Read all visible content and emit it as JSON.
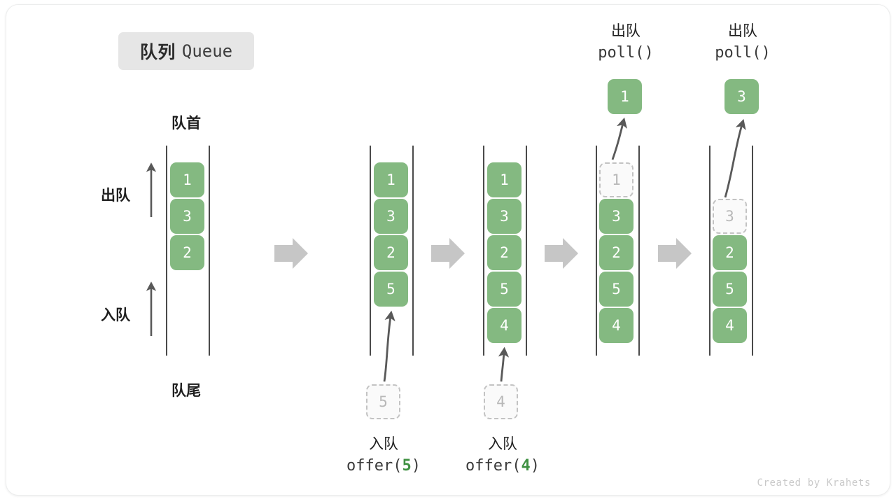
{
  "title": {
    "cn": "队列",
    "en": "Queue"
  },
  "labels": {
    "front": "队首",
    "rear": "队尾",
    "dequeue": "出队",
    "enqueue": "入队"
  },
  "credit": "Created by Krahets",
  "colors": {
    "cell_fill": "#84b981",
    "cell_text": "#ffffff",
    "ghost_fill": "#fafafa",
    "ghost_border": "#c3c3c3",
    "ghost_text": "#b8b8b8",
    "rail": "#4a4a4a",
    "flow_arrow": "#c6c6c6",
    "accent_green": "#3f9142",
    "chip_bg": "#e6e6e6"
  },
  "columns": [
    {
      "id": "state-initial",
      "cells": [
        {
          "value": "1",
          "state": "filled"
        },
        {
          "value": "3",
          "state": "filled"
        },
        {
          "value": "2",
          "state": "filled"
        }
      ]
    },
    {
      "id": "state-after-offer-5",
      "cells": [
        {
          "value": "1",
          "state": "filled"
        },
        {
          "value": "3",
          "state": "filled"
        },
        {
          "value": "2",
          "state": "filled"
        },
        {
          "value": "5",
          "state": "filled"
        }
      ]
    },
    {
      "id": "state-after-offer-4",
      "cells": [
        {
          "value": "1",
          "state": "filled"
        },
        {
          "value": "3",
          "state": "filled"
        },
        {
          "value": "2",
          "state": "filled"
        },
        {
          "value": "5",
          "state": "filled"
        },
        {
          "value": "4",
          "state": "filled"
        }
      ]
    },
    {
      "id": "state-polling-1",
      "cells": [
        {
          "value": "1",
          "state": "ghost"
        },
        {
          "value": "3",
          "state": "filled"
        },
        {
          "value": "2",
          "state": "filled"
        },
        {
          "value": "5",
          "state": "filled"
        },
        {
          "value": "4",
          "state": "filled"
        }
      ]
    },
    {
      "id": "state-polling-3",
      "cells": [
        {
          "value": "",
          "state": "empty"
        },
        {
          "value": "3",
          "state": "ghost"
        },
        {
          "value": "2",
          "state": "filled"
        },
        {
          "value": "5",
          "state": "filled"
        },
        {
          "value": "4",
          "state": "filled"
        }
      ]
    }
  ],
  "operations": {
    "offer5": {
      "cn": "入队",
      "fn": "offer(",
      "arg": "5",
      "close": ")",
      "ghost_value": "5"
    },
    "offer4": {
      "cn": "入队",
      "fn": "offer(",
      "arg": "4",
      "close": ")",
      "ghost_value": "4"
    },
    "poll1": {
      "cn": "出队",
      "code": "poll()",
      "result": "1"
    },
    "poll3": {
      "cn": "出队",
      "code": "poll()",
      "result": "3"
    }
  }
}
